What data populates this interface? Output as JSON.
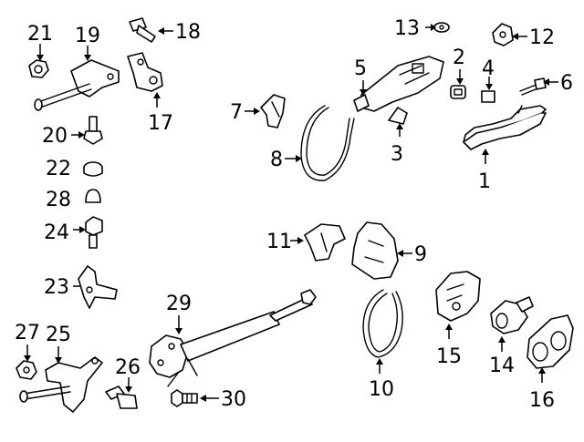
{
  "callouts": [
    {
      "id": "1",
      "text": "1"
    },
    {
      "id": "2",
      "text": "2"
    },
    {
      "id": "3",
      "text": "3"
    },
    {
      "id": "4",
      "text": "4"
    },
    {
      "id": "5",
      "text": "5"
    },
    {
      "id": "6",
      "text": "6"
    },
    {
      "id": "7",
      "text": "7"
    },
    {
      "id": "8",
      "text": "8"
    },
    {
      "id": "9",
      "text": "9"
    },
    {
      "id": "10",
      "text": "10"
    },
    {
      "id": "11",
      "text": "11"
    },
    {
      "id": "12",
      "text": "12"
    },
    {
      "id": "13",
      "text": "13"
    },
    {
      "id": "14",
      "text": "14"
    },
    {
      "id": "15",
      "text": "15"
    },
    {
      "id": "16",
      "text": "16"
    },
    {
      "id": "17",
      "text": "17"
    },
    {
      "id": "18",
      "text": "18"
    },
    {
      "id": "19",
      "text": "19"
    },
    {
      "id": "20",
      "text": "20"
    },
    {
      "id": "21",
      "text": "21"
    },
    {
      "id": "22",
      "text": "22"
    },
    {
      "id": "23",
      "text": "23"
    },
    {
      "id": "24",
      "text": "24"
    },
    {
      "id": "25",
      "text": "25"
    },
    {
      "id": "26",
      "text": "26"
    },
    {
      "id": "27",
      "text": "27"
    },
    {
      "id": "28",
      "text": "28"
    },
    {
      "id": "29",
      "text": "29"
    },
    {
      "id": "30",
      "text": "30"
    }
  ]
}
